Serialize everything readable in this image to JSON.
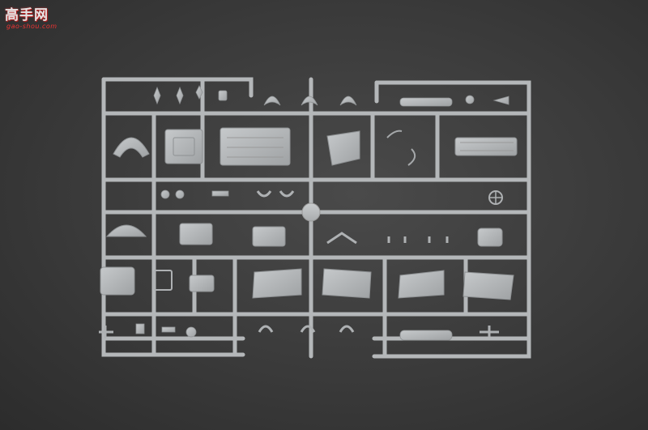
{
  "scene": {
    "subject": "plastic-model-sprue",
    "plastic_color": "#b9bcbe",
    "background_color": "#3a3a3a"
  },
  "watermark": {
    "title": "高手网",
    "url": "gao-shou.com"
  }
}
